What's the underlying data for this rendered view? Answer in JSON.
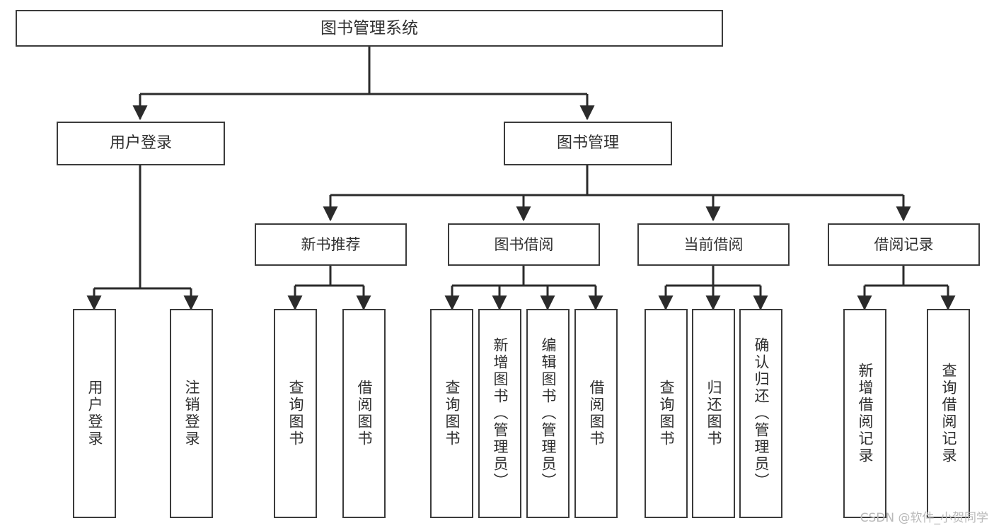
{
  "diagram": {
    "type": "tree-hierarchy",
    "title": "图书管理系统",
    "watermark": "CSDN @软件_小贺同学",
    "colors": {
      "border": "#3b3b3b",
      "text": "#2f2f2f",
      "background": "#ffffff",
      "connector": "#2b2b2b",
      "watermark": "#b9b9b9"
    },
    "nodes": {
      "root": {
        "label": "图书管理系统"
      },
      "level2": [
        {
          "label": "用户登录"
        },
        {
          "label": "图书管理"
        }
      ],
      "level3": [
        {
          "label": "新书推荐"
        },
        {
          "label": "图书借阅"
        },
        {
          "label": "当前借阅"
        },
        {
          "label": "借阅记录"
        }
      ],
      "leaves": {
        "user_login": [
          {
            "label": "用户登录"
          },
          {
            "label": "注销登录"
          }
        ],
        "new_book": [
          {
            "label": "查询图书"
          },
          {
            "label": "借阅图书"
          }
        ],
        "book_borrow": [
          {
            "label": "查询图书"
          },
          {
            "label": "新增图书（管理员）"
          },
          {
            "label": "编辑图书（管理员）"
          },
          {
            "label": "借阅图书"
          }
        ],
        "current_borrow": [
          {
            "label": "查询图书"
          },
          {
            "label": "归还图书"
          },
          {
            "label": "确认归还（管理员）"
          }
        ],
        "borrow_record": [
          {
            "label": "新增借阅记录"
          },
          {
            "label": "查询借阅记录"
          }
        ]
      }
    }
  }
}
